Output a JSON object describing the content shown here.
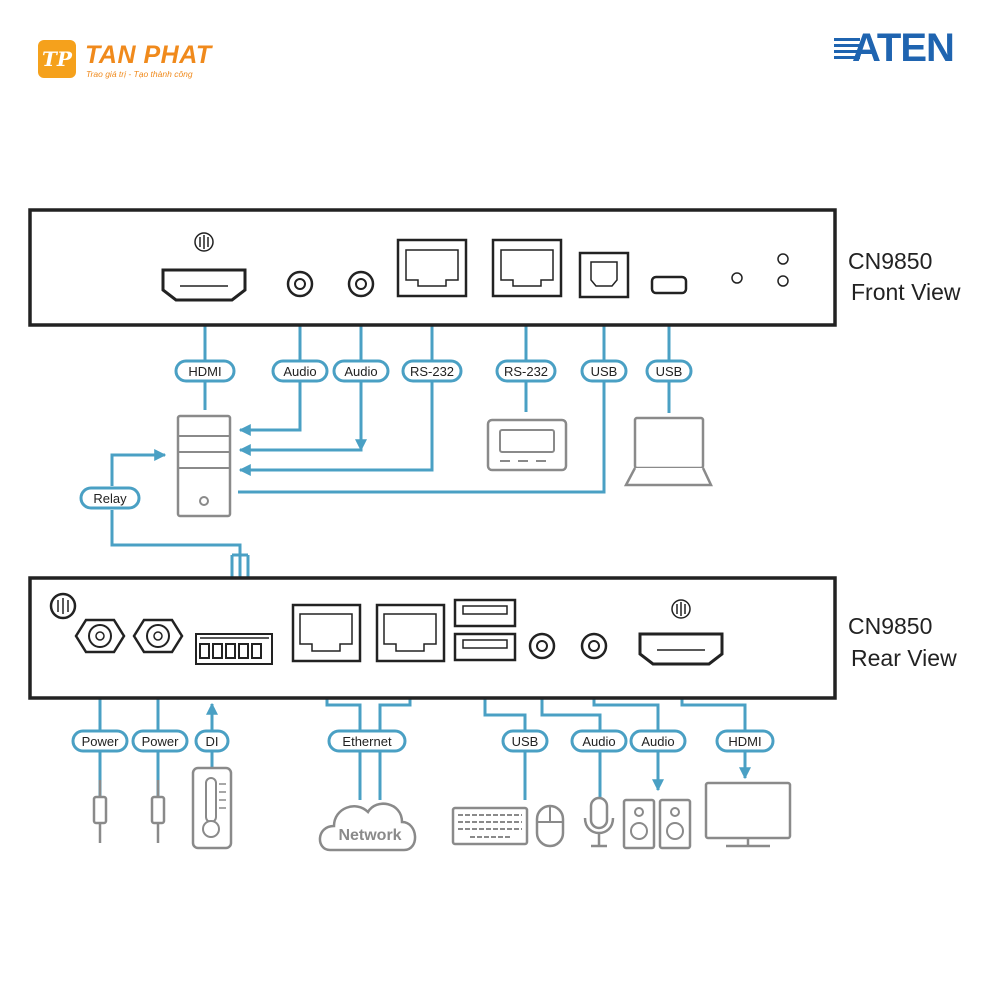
{
  "logos": {
    "tanphat": {
      "mark": "TP",
      "name": "TAN PHAT",
      "slogan": "Trao giá trị - Tạo thành công"
    },
    "aten": {
      "name": "ATEN"
    }
  },
  "devices": {
    "front": {
      "model": "CN9850",
      "view": "Front View"
    },
    "rear": {
      "model": "CN9850",
      "view": "Rear View"
    }
  },
  "front_labels": [
    "HDMI",
    "Audio",
    "Audio",
    "RS-232",
    "RS-232",
    "USB",
    "USB"
  ],
  "relay_label": "Relay",
  "rear_labels": [
    "Power",
    "Power",
    "DI",
    "Ethernet",
    "USB",
    "Audio",
    "Audio",
    "HDMI"
  ],
  "network_label": "Network",
  "colors": {
    "line": "#4aa0c4",
    "device": "#222222",
    "peripheral": "#8a8a8a",
    "tanphat": "#f08a1c",
    "aten": "#1f64b0"
  }
}
